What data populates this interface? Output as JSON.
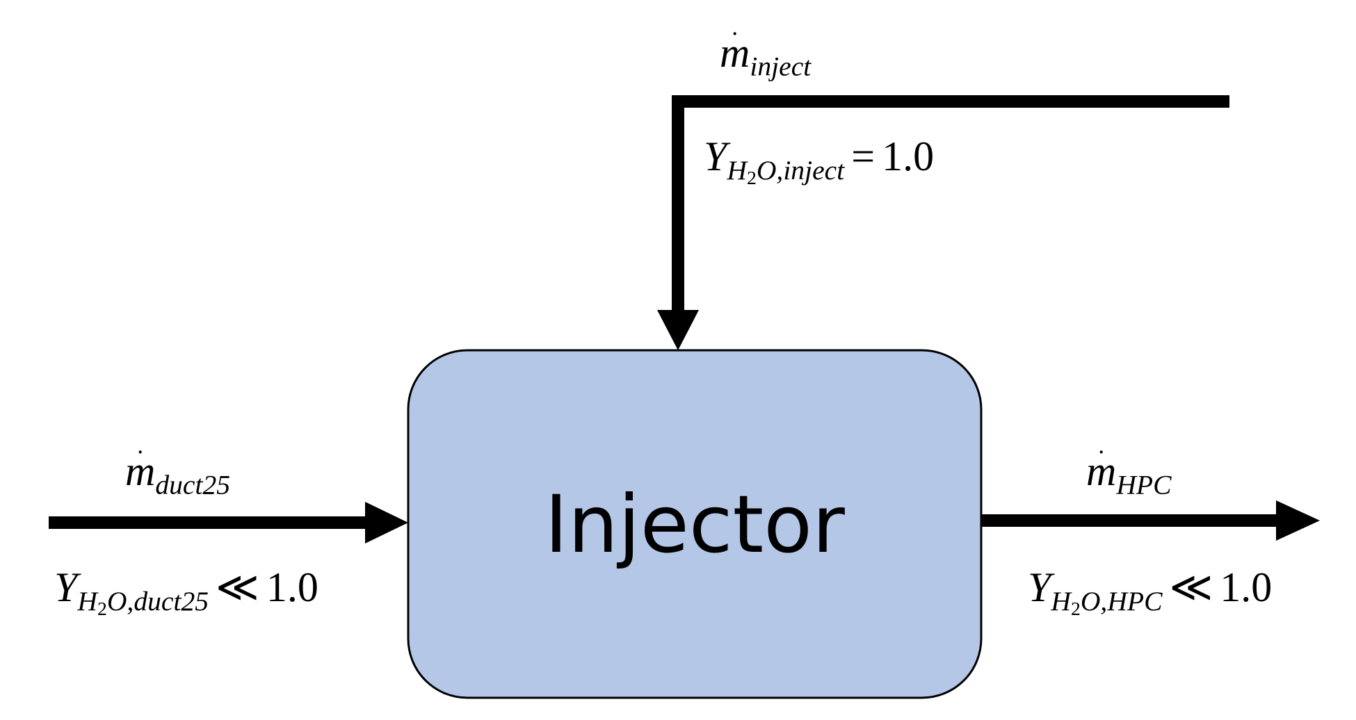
{
  "block": {
    "label": "Injector",
    "fill_color": "#b4c7e7",
    "border_color": "#000000"
  },
  "streams": {
    "inject": {
      "flow_symbol": "m",
      "flow_subscript": "inject",
      "fraction_symbol": "Y",
      "fraction_species_base": "H",
      "fraction_species_sub": "2",
      "fraction_species_tail": "O",
      "fraction_location": ",inject",
      "relation": "=",
      "value": "1.0"
    },
    "duct25": {
      "flow_symbol": "m",
      "flow_subscript": "duct25",
      "fraction_symbol": "Y",
      "fraction_species_base": "H",
      "fraction_species_sub": "2",
      "fraction_species_tail": "O",
      "fraction_location": ",duct25",
      "relation": "≪",
      "value": "1.0"
    },
    "hpc": {
      "flow_symbol": "m",
      "flow_subscript": "HPC",
      "fraction_symbol": "Y",
      "fraction_species_base": "H",
      "fraction_species_sub": "2",
      "fraction_species_tail": "O",
      "fraction_location": ",HPC",
      "relation": "≪",
      "value": "1.0"
    }
  }
}
